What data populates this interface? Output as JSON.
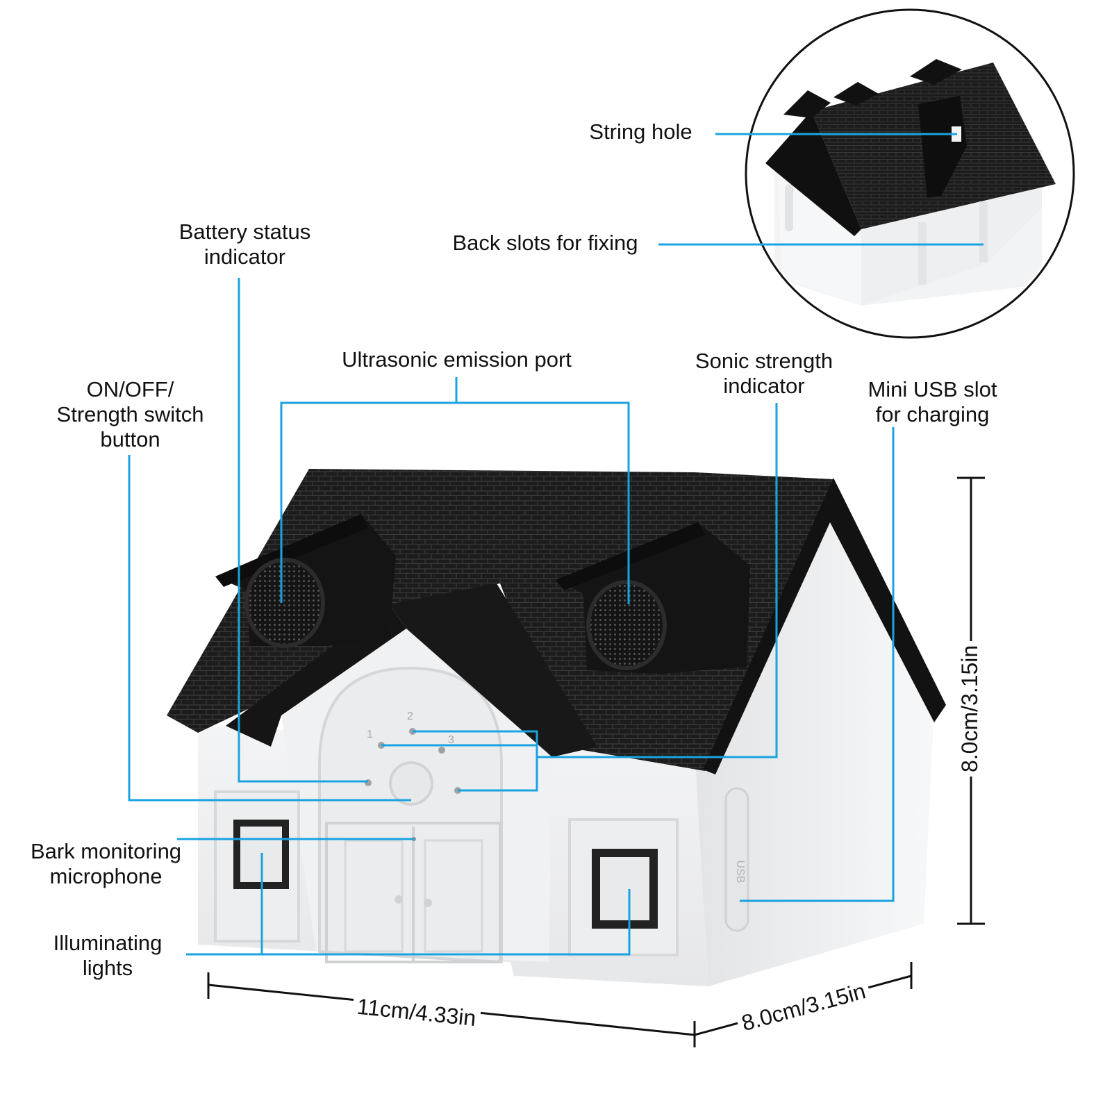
{
  "colors": {
    "leader_line": "#1aa3e0",
    "roof": "#1b1b1b",
    "wall": "#f1f2f3",
    "dimension": "#111111"
  },
  "labels": {
    "string_hole": "String hole",
    "back_slots": "Back slots for fixing",
    "battery_status": [
      "Battery status",
      "indicator"
    ],
    "ultrasonic_port": "Ultrasonic emission port",
    "sonic_strength": [
      "Sonic strength",
      "indicator"
    ],
    "on_off_switch": [
      "ON/OFF/",
      "Strength switch",
      "button"
    ],
    "mini_usb": [
      "Mini USB slot",
      "for charging"
    ],
    "bark_microphone": [
      "Bark monitoring",
      "microphone"
    ],
    "illuminating_lights": [
      "Illuminating",
      "lights"
    ]
  },
  "dimensions": {
    "width": "11cm/4.33in",
    "depth": "8.0cm/3.15in",
    "height": "8.0cm/3.15in"
  },
  "device_marks": {
    "level_1": "1",
    "level_2": "2",
    "level_3": "3",
    "usb_port": "USB"
  }
}
